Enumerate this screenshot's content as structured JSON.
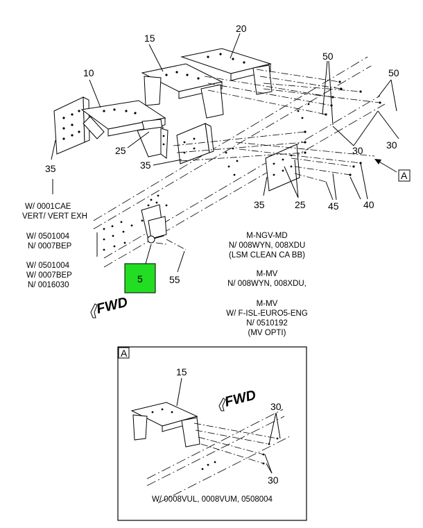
{
  "callouts": {
    "c5": "5",
    "c10": "10",
    "c15": "15",
    "c20": "20",
    "c25a": "25",
    "c25b": "25",
    "c30": "30",
    "c35a": "35",
    "c35b": "35",
    "c35c": "35",
    "c40": "40",
    "c45": "45",
    "c50a": "50",
    "c50b": "50",
    "c30b": "30",
    "c55": "55"
  },
  "view_marker": "A",
  "fwd_label": "FWD",
  "highlight_color": "#22dd22",
  "notes": {
    "left": [
      "W/ 0001CAE",
      "VERT/ VERT EXH",
      "W/ 0501004",
      "N/ 0007BEP",
      "W/ 0501004",
      "W/ 0007BEP",
      "N/ 0016030"
    ],
    "right": [
      "M-NGV-MD",
      "N/ 008WYN, 008XDU",
      "(LSM CLEAN CA BB)",
      "M-MV",
      "N/ 008WYN, 008XDU,",
      "M-MV",
      "W/ F-ISL-EURO5-ENG",
      "N/ 0510192",
      "(MV OPTI)"
    ]
  },
  "detail": {
    "tag": "A",
    "c15": "15",
    "c30a": "30",
    "c30b": "30",
    "fwd_label": "FWD",
    "caption": "W/ 0008VUL, 0008VUM, 0508004"
  }
}
